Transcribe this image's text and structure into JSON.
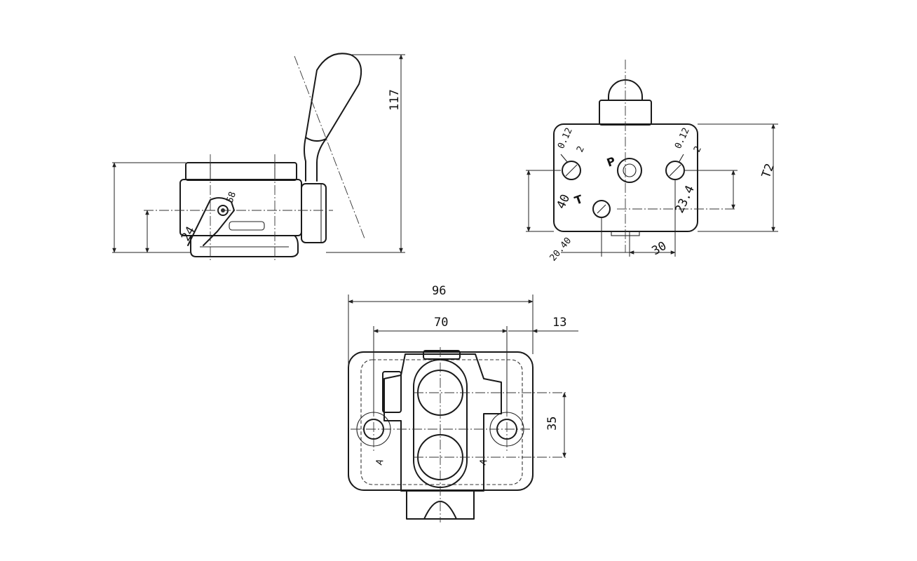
{
  "side_view": {
    "height_total": "117",
    "thread_label": "58",
    "offset_label": "24"
  },
  "front_view": {
    "tol_left_top": "0.12",
    "tol_left_bottom": "2",
    "tol_right_top": "0.12",
    "tol_right_bottom": "2",
    "port_p": "P",
    "port_t": "T",
    "height": "T2",
    "dim_40": "40",
    "dim_23_4": "23.4",
    "dim_20_40": "20.40",
    "dim_30": "30"
  },
  "bottom_view": {
    "width_total": "96",
    "hole_spacing": "70",
    "edge_offset": "13",
    "port_spacing": "35",
    "port_a_left": "A",
    "port_a_right": "A"
  }
}
